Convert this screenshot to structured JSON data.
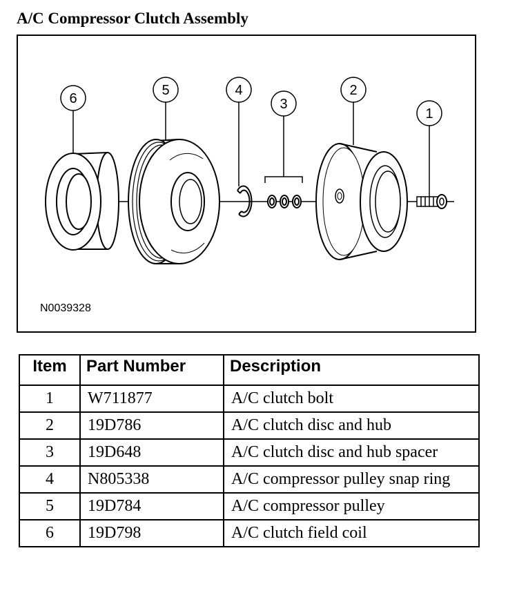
{
  "title": "A/C Compressor Clutch Assembly",
  "figure": {
    "code": "N0039328",
    "callouts": [
      "6",
      "5",
      "4",
      "3",
      "2",
      "1"
    ]
  },
  "table": {
    "headers": [
      "Item",
      "Part Number",
      "Description"
    ],
    "rows": [
      {
        "item": "1",
        "part": "W711877",
        "desc": "A/C clutch bolt"
      },
      {
        "item": "2",
        "part": "19D786",
        "desc": "A/C clutch disc and hub"
      },
      {
        "item": "3",
        "part": "19D648",
        "desc": "A/C clutch disc and hub spacer"
      },
      {
        "item": "4",
        "part": "N805338",
        "desc": "A/C compressor pulley snap ring"
      },
      {
        "item": "5",
        "part": "19D784",
        "desc": "A/C compressor pulley"
      },
      {
        "item": "6",
        "part": "19D798",
        "desc": "A/C clutch field coil"
      }
    ]
  }
}
